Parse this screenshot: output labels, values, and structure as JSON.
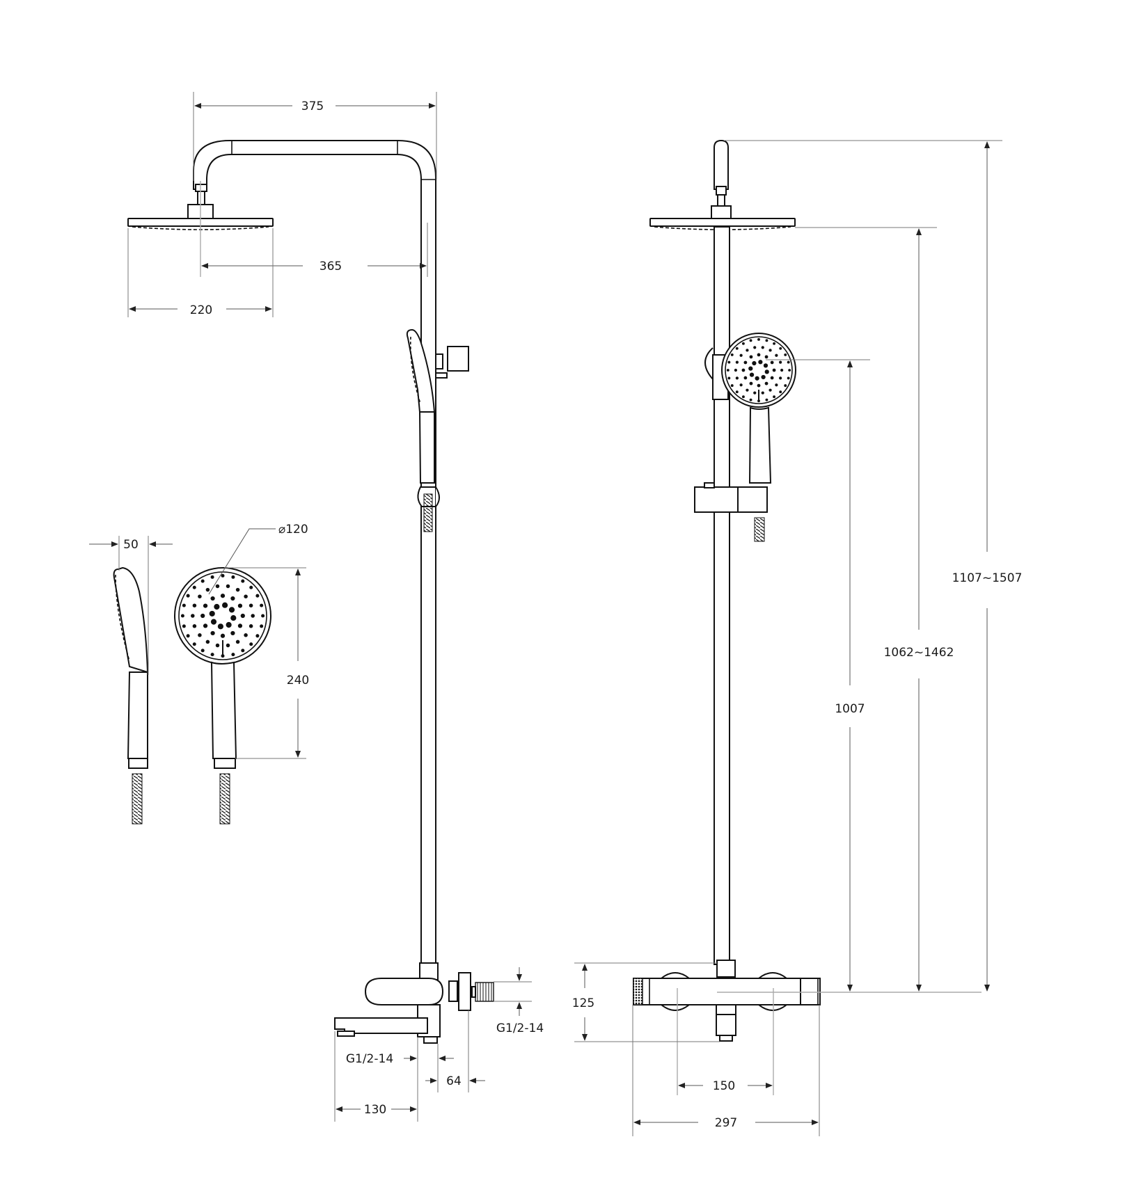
{
  "drawing": {
    "title": "Shower system dimension drawing",
    "views": [
      "side-view",
      "front-view",
      "hand-shower-detail"
    ]
  },
  "dimensions": {
    "arm_projection": "375",
    "head_to_pipe": "365",
    "head_diameter": "220",
    "hand_shower_depth": "50",
    "hand_shower_diameter": "⌀120",
    "hand_shower_length": "240",
    "outlet_thread_right": "G1/2-14",
    "outlet_thread_bottom": "G1/2-14",
    "wall_offset": "64",
    "spout_length": "130",
    "mixer_height": "125",
    "inlet_spacing": "150",
    "mixer_width": "297",
    "slider_height": "1007",
    "head_height_range": "1062~1462",
    "total_height_range": "1107~1507"
  },
  "colors": {
    "line": "#111111",
    "dimension": "#555555",
    "background": "#ffffff"
  }
}
